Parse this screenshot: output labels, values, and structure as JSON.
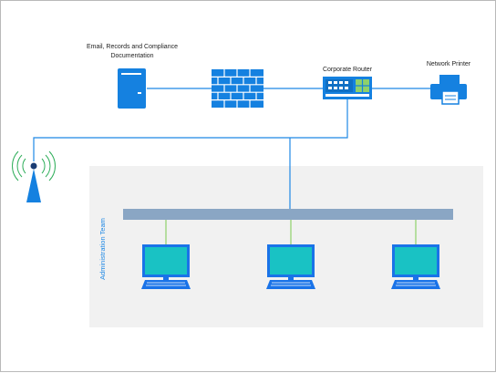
{
  "labels": {
    "server_line1": "Email, Records and Compliance",
    "server_line2": "Documentation",
    "router": "Corporate Router",
    "printer": "Network Printer",
    "team": "Administration Team"
  },
  "icons": {
    "server": "server-icon",
    "firewall": "firewall-icon",
    "router": "router-icon",
    "printer": "printer-icon",
    "antenna": "wireless-antenna-icon",
    "workstation": "workstation-icon"
  },
  "colors": {
    "device_blue": "#1581e0",
    "connector_blue": "#1e88e5",
    "workstation_screen": "#19c2c4",
    "workstation_frame": "#1a73e8",
    "lan_bus": "#8aa6c4",
    "drop_green": "#8fd16a",
    "team_area": "#f1f1f1",
    "wifi_green": "#2fae5a"
  }
}
